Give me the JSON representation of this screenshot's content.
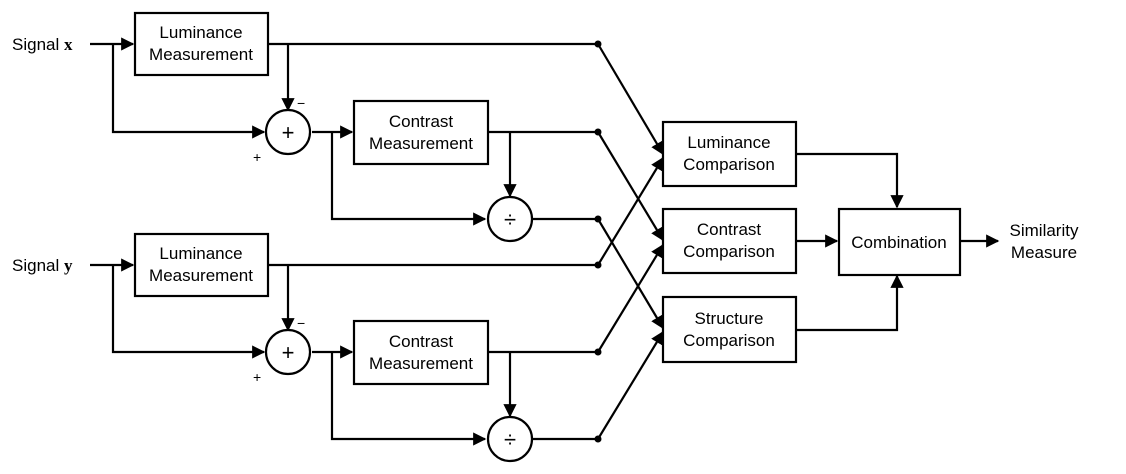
{
  "inputs": {
    "x": {
      "prefix": "Signal",
      "var": "x"
    },
    "y": {
      "prefix": "Signal",
      "var": "y"
    }
  },
  "blocks": {
    "lum_meas_x": [
      "Luminance",
      "Measurement"
    ],
    "con_meas_x": [
      "Contrast",
      "Measurement"
    ],
    "lum_meas_y": [
      "Luminance",
      "Measurement"
    ],
    "con_meas_y": [
      "Contrast",
      "Measurement"
    ],
    "lum_comp": [
      "Luminance",
      "Comparison"
    ],
    "con_comp": [
      "Contrast",
      "Comparison"
    ],
    "str_comp": [
      "Structure",
      "Comparison"
    ],
    "combination": "Combination"
  },
  "operators": {
    "sum": "+",
    "divide": "÷",
    "plus_sign": "+",
    "minus_sign": "−"
  },
  "output": [
    "Similarity",
    "Measure"
  ]
}
